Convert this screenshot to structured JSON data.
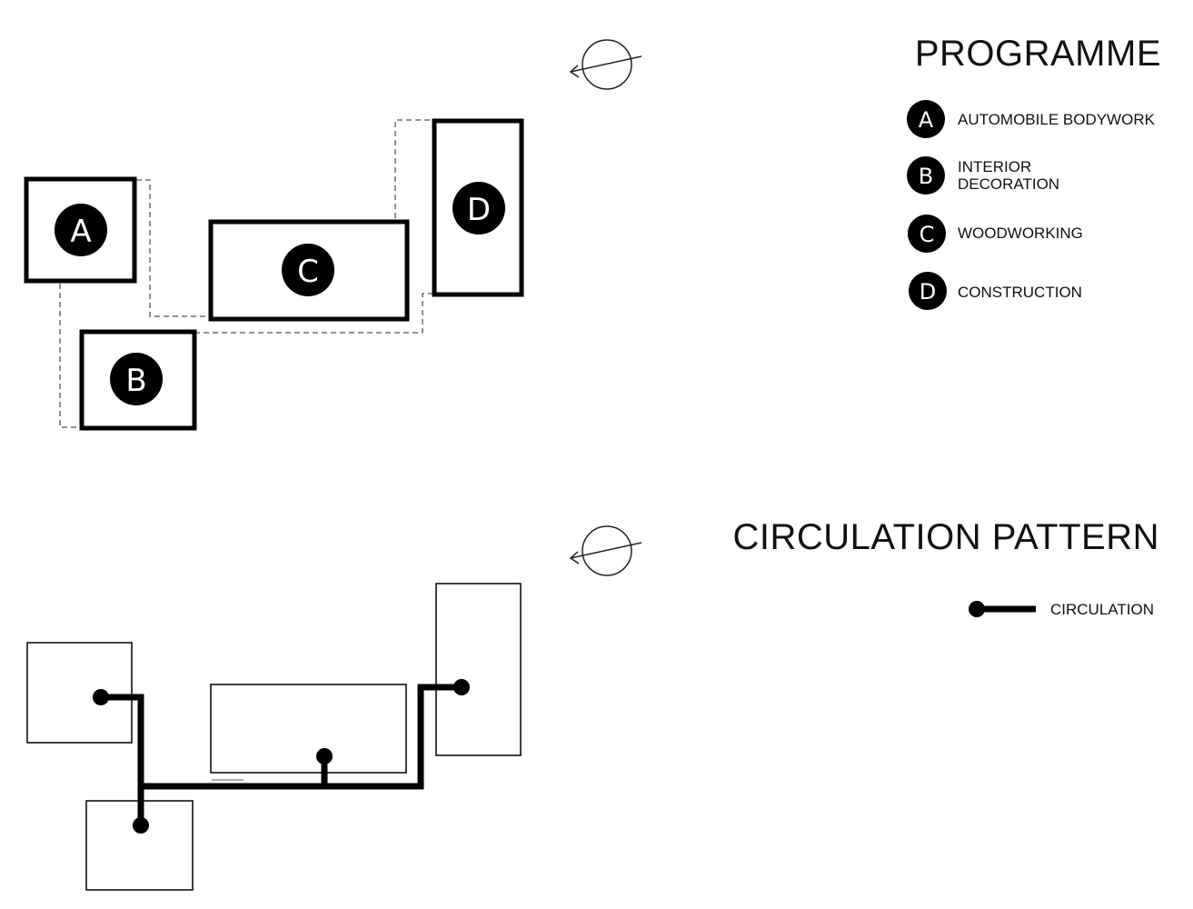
{
  "programme": {
    "title": "PROGRAMME",
    "legend": [
      {
        "letter": "A",
        "label": "AUTOMOBILE BODYWORK"
      },
      {
        "letter": "B",
        "label_lines": [
          "INTERIOR",
          "DECORATION"
        ]
      },
      {
        "letter": "C",
        "label": "WOODWORKING"
      },
      {
        "letter": "D",
        "label": "CONSTRUCTION"
      }
    ],
    "zones": {
      "a": "A",
      "b": "B",
      "c": "C",
      "d": "D"
    }
  },
  "circulation": {
    "title": "CIRCULATION PATTERN",
    "legend_label": "CIRCULATION"
  },
  "colors": {
    "ink": "#000000",
    "dash": "#555555",
    "background": "#ffffff"
  },
  "icons": [
    "north-arrow-icon",
    "north-arrow-icon"
  ]
}
